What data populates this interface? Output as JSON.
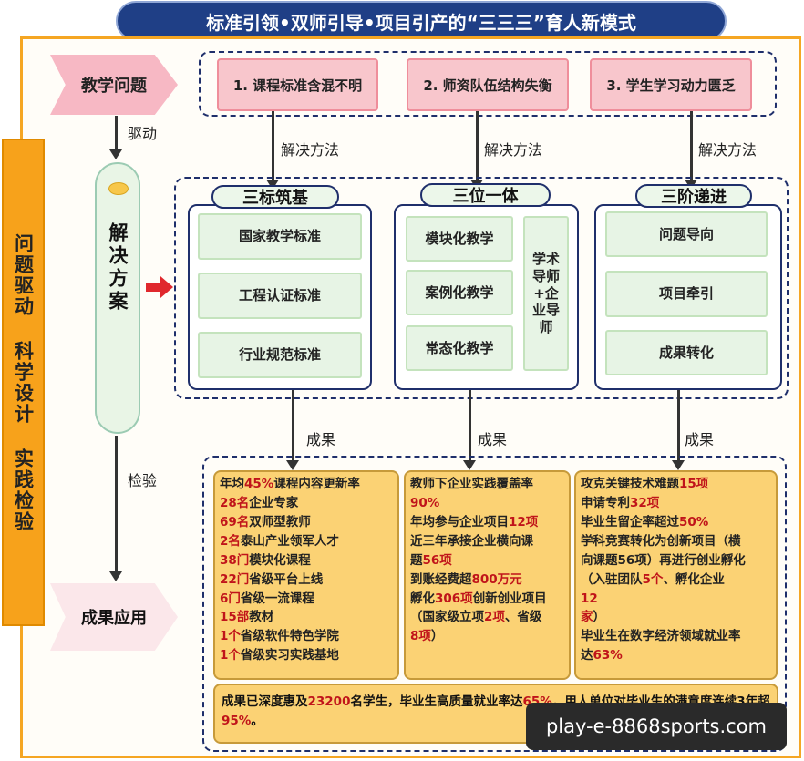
{
  "title": "标准引领•双师引导•项目引产的“三三三”育人新模式",
  "side_label": "问题驱动 科学设计 实践检验",
  "flow": {
    "problem": "教学问题",
    "drive": "驱动",
    "solution": "解决方案",
    "verify": "检验",
    "apply": "成果应用"
  },
  "problems": [
    "1. 课程标准含混不明",
    "2. 师资队伍结构失衡",
    "3. 学生学习动力匮乏"
  ],
  "method_label": "解决方法",
  "result_label": "成果",
  "groups": {
    "sanbiao": {
      "title": "三标筑基",
      "items": [
        "国家教学标准",
        "工程认证标准",
        "行业规范标准"
      ]
    },
    "sanwei": {
      "title": "三位一体",
      "items": [
        "模块化教学",
        "案例化教学",
        "常态化教学"
      ],
      "side": "学术导师+企业导师"
    },
    "sanjie": {
      "title": "三阶递进",
      "items": [
        "问题导向",
        "项目牵引",
        "成果转化"
      ]
    }
  },
  "results": {
    "col1": [
      [
        "年均",
        "45%",
        "课程内容更新率"
      ],
      [
        "",
        "28名",
        "企业专家"
      ],
      [
        "",
        "69名",
        "双师型教师"
      ],
      [
        "",
        "2名",
        "泰山产业领军人才"
      ],
      [
        "",
        "38门",
        "模块化课程"
      ],
      [
        "",
        "22门",
        "省级平台上线"
      ],
      [
        "",
        "6门",
        "省级一流课程"
      ],
      [
        "",
        "15部",
        "教材"
      ],
      [
        "",
        "1个",
        "省级软件特色学院"
      ],
      [
        "",
        "1个",
        "省级实习实践基地"
      ]
    ],
    "col2": [
      [
        "教师下企业实践覆盖率",
        "",
        ""
      ],
      [
        "",
        "90%",
        ""
      ],
      [
        "年均参与企业项目",
        "12项",
        ""
      ],
      [
        "近三年承接企业横向课",
        "",
        ""
      ],
      [
        "题",
        "56项",
        ""
      ],
      [
        "到账经费超",
        "800万元",
        ""
      ],
      [
        "孵化",
        "306项",
        "创新创业项目"
      ],
      [
        "（国家级立项",
        "2项",
        "、省级"
      ],
      [
        "",
        "8项",
        "）"
      ]
    ],
    "col3": [
      [
        "攻克关键技术难题",
        "15项",
        ""
      ],
      [
        "申请专利",
        "32项",
        ""
      ],
      [
        "毕业生留企率超过",
        "50%",
        ""
      ],
      [
        "学科竞赛转化为创新项目（横",
        "",
        ""
      ],
      [
        "向课题56项）再进行创业孵化",
        "",
        ""
      ],
      [
        "（入驻团队",
        "5个",
        "、孵化企业"
      ],
      [
        "",
        "12",
        ""
      ],
      [
        "",
        "家",
        "）"
      ],
      [
        "毕业生在数字经济领域就业率",
        "",
        ""
      ],
      [
        "达",
        "63%",
        ""
      ]
    ],
    "bottom": [
      [
        "成果已深度惠及",
        "23200",
        "名学生，毕业生高质量就业率达"
      ],
      [
        "",
        "65%",
        "，用人单位对毕业生的满"
      ],
      [
        "意度连续3年超",
        "95%",
        "。"
      ]
    ]
  },
  "watermark": "play-e-8868sports.com",
  "colors": {
    "title_bg": "#1f3f86",
    "frame": "#f5a623",
    "highlight": "#c0141a",
    "result_bg": "#fbd274"
  }
}
